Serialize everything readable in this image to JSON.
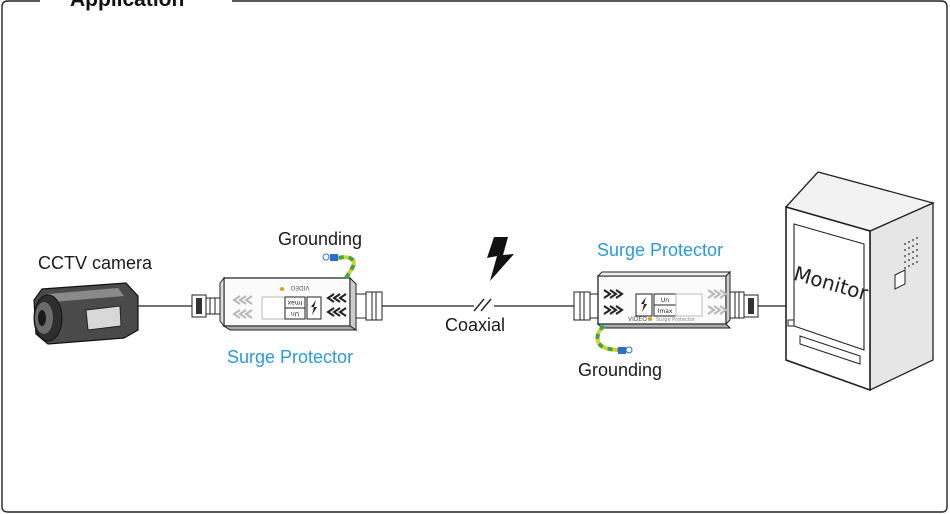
{
  "title": "Application",
  "labels": {
    "camera": "CCTV camera",
    "grounding_left": "Grounding",
    "grounding_right": "Grounding",
    "surge_left": "Surge Protector",
    "surge_right": "Surge Protector",
    "coaxial": "Coaxial",
    "monitor": "Monitor"
  },
  "device": {
    "brand": "VIDEO",
    "name": "Surge Protector",
    "un": "Un",
    "imax": "Imax"
  },
  "colors": {
    "accent_text": "#2a9ad6",
    "ground_wire_yellow": "#d8d02a",
    "ground_wire_green": "#3aa64a",
    "ground_lug": "#2a6fd0",
    "line": "#222222"
  },
  "icons": [
    "lightning-icon",
    "cable-break-icon",
    "camera-icon",
    "monitor-icon",
    "bnc-connector-icon"
  ]
}
